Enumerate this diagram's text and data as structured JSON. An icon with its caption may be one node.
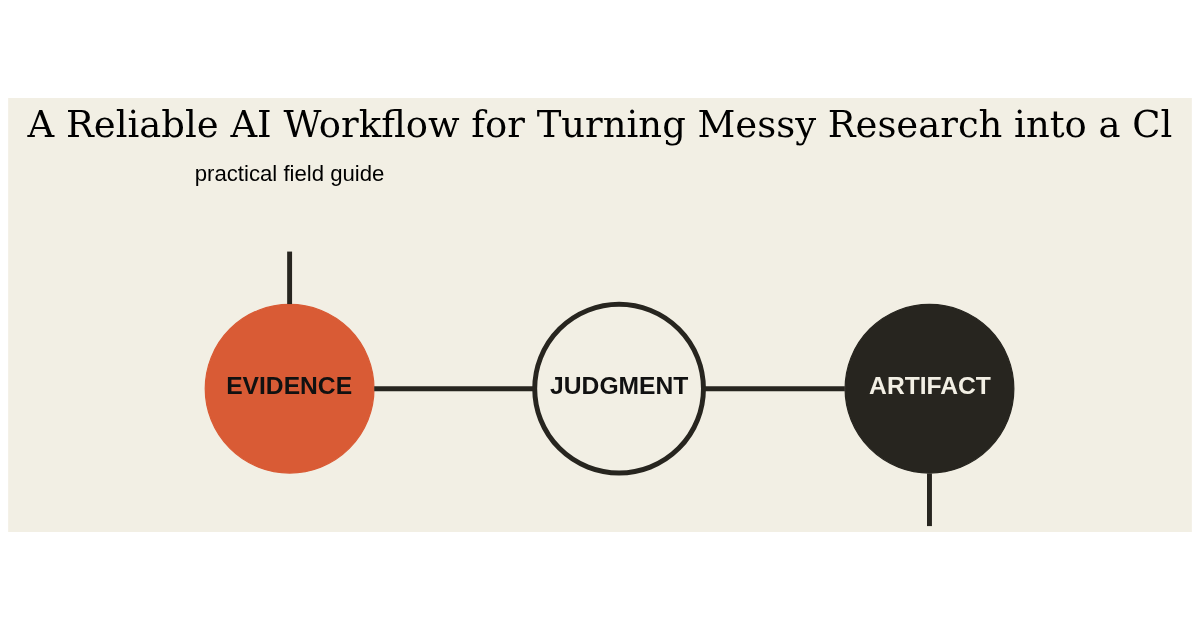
{
  "diagram": {
    "title": "A Reliable AI Workflow for Turning Messy Research into a Cl",
    "caption": "practical field guide",
    "nodes": [
      {
        "text": [
          "EVIDENCE"
        ]
      },
      {
        "text": [
          "JUDGMENT"
        ]
      },
      {
        "text": [
          "ARTIFACT"
        ]
      }
    ],
    "edges": [
      {
        "from": null,
        "to": 0,
        "arrow": "none"
      },
      {
        "from": 0,
        "to": 1,
        "arrow": "none"
      },
      {
        "from": 1,
        "to": 2,
        "arrow": "none"
      },
      {
        "from": 2,
        "to": null,
        "arrow": "none"
      }
    ]
  }
}
